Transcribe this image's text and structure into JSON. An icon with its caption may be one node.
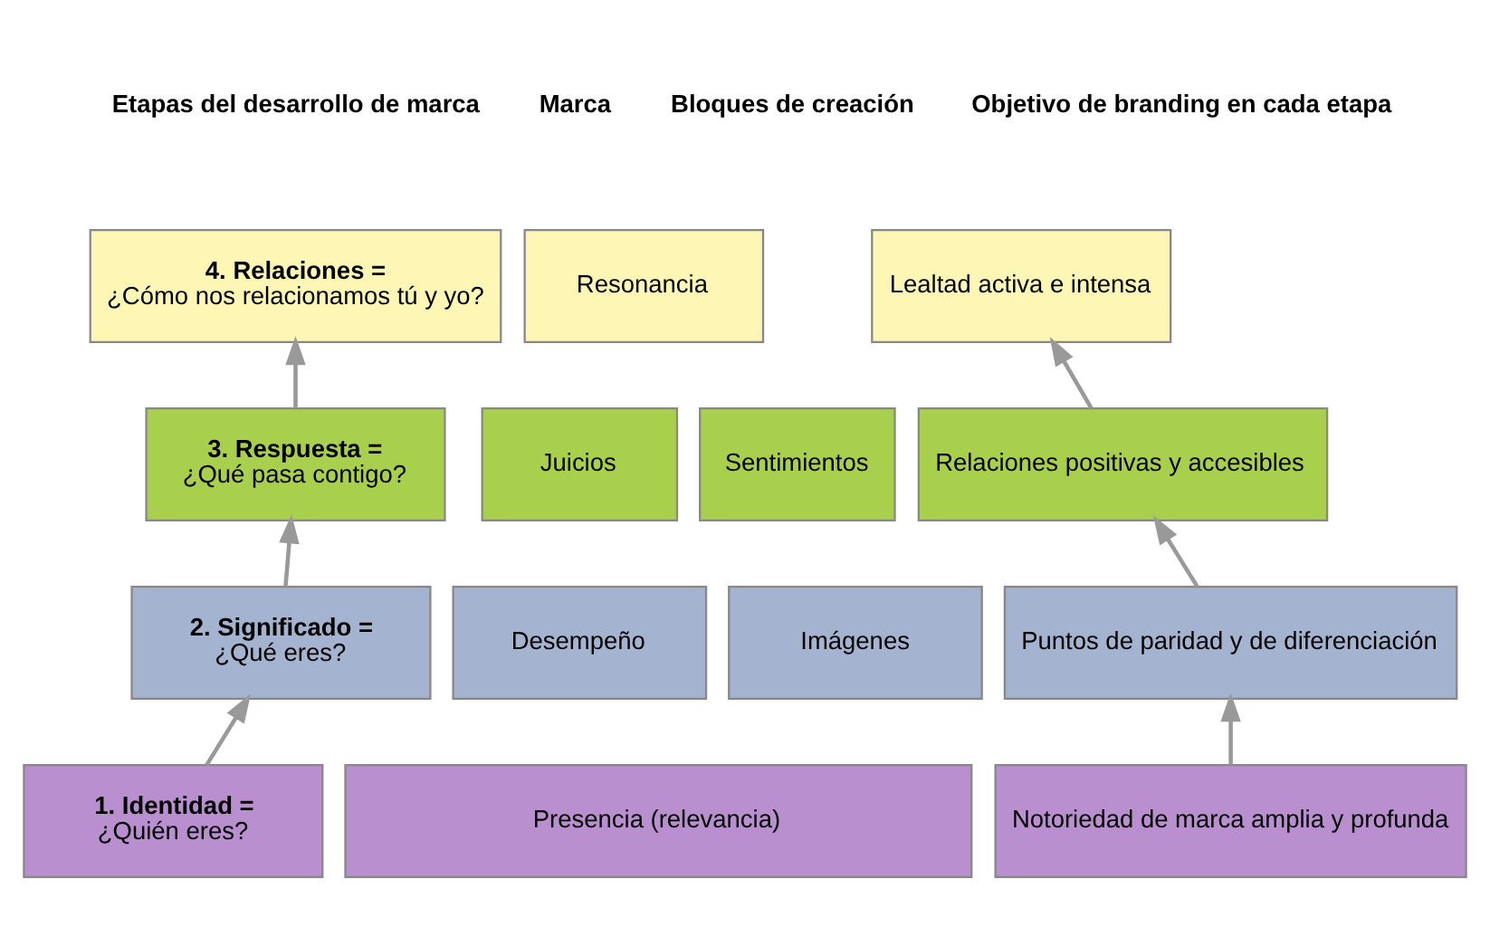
{
  "diagram": {
    "nodes": [
      {
        "text": [
          "4. Relaciones =",
          "¿Cómo nos relacionamos tú y yo?"
        ]
      },
      {
        "text": [
          "Resonancia"
        ]
      },
      {
        "text": [
          "Lealtad activa e intensa"
        ]
      },
      {
        "text": [
          "3. Respuesta =",
          "¿Qué pasa contigo?"
        ]
      },
      {
        "text": [
          "Juicios"
        ]
      },
      {
        "text": [
          "Sentimientos"
        ]
      },
      {
        "text": [
          "Relaciones positivas y accesibles"
        ]
      },
      {
        "text": [
          "2. Significado =",
          "¿Qué eres?"
        ]
      },
      {
        "text": [
          "Desempeño"
        ]
      },
      {
        "text": [
          "Imágenes"
        ]
      },
      {
        "text": [
          "Puntos de paridad y de diferenciación"
        ]
      },
      {
        "text": [
          "1. Identidad =",
          "¿Quién eres?"
        ]
      },
      {
        "text": [
          "Presencia (relevancia)"
        ]
      },
      {
        "text": [
          "Notoriedad de marca amplia y profunda"
        ]
      }
    ],
    "edges": [
      {
        "from": 11,
        "to": 7,
        "arrow": "to"
      },
      {
        "from": 7,
        "to": 3,
        "arrow": "to"
      },
      {
        "from": 3,
        "to": 0,
        "arrow": "to"
      },
      {
        "from": 13,
        "to": 10,
        "arrow": "to"
      },
      {
        "from": 10,
        "to": 6,
        "arrow": "to"
      },
      {
        "from": 6,
        "to": 2,
        "arrow": "to"
      }
    ],
    "labels": [
      "Etapas del desarrollo de marca",
      "Marca",
      "Bloques de creación",
      "Objetivo de branding en cada etapa"
    ]
  }
}
